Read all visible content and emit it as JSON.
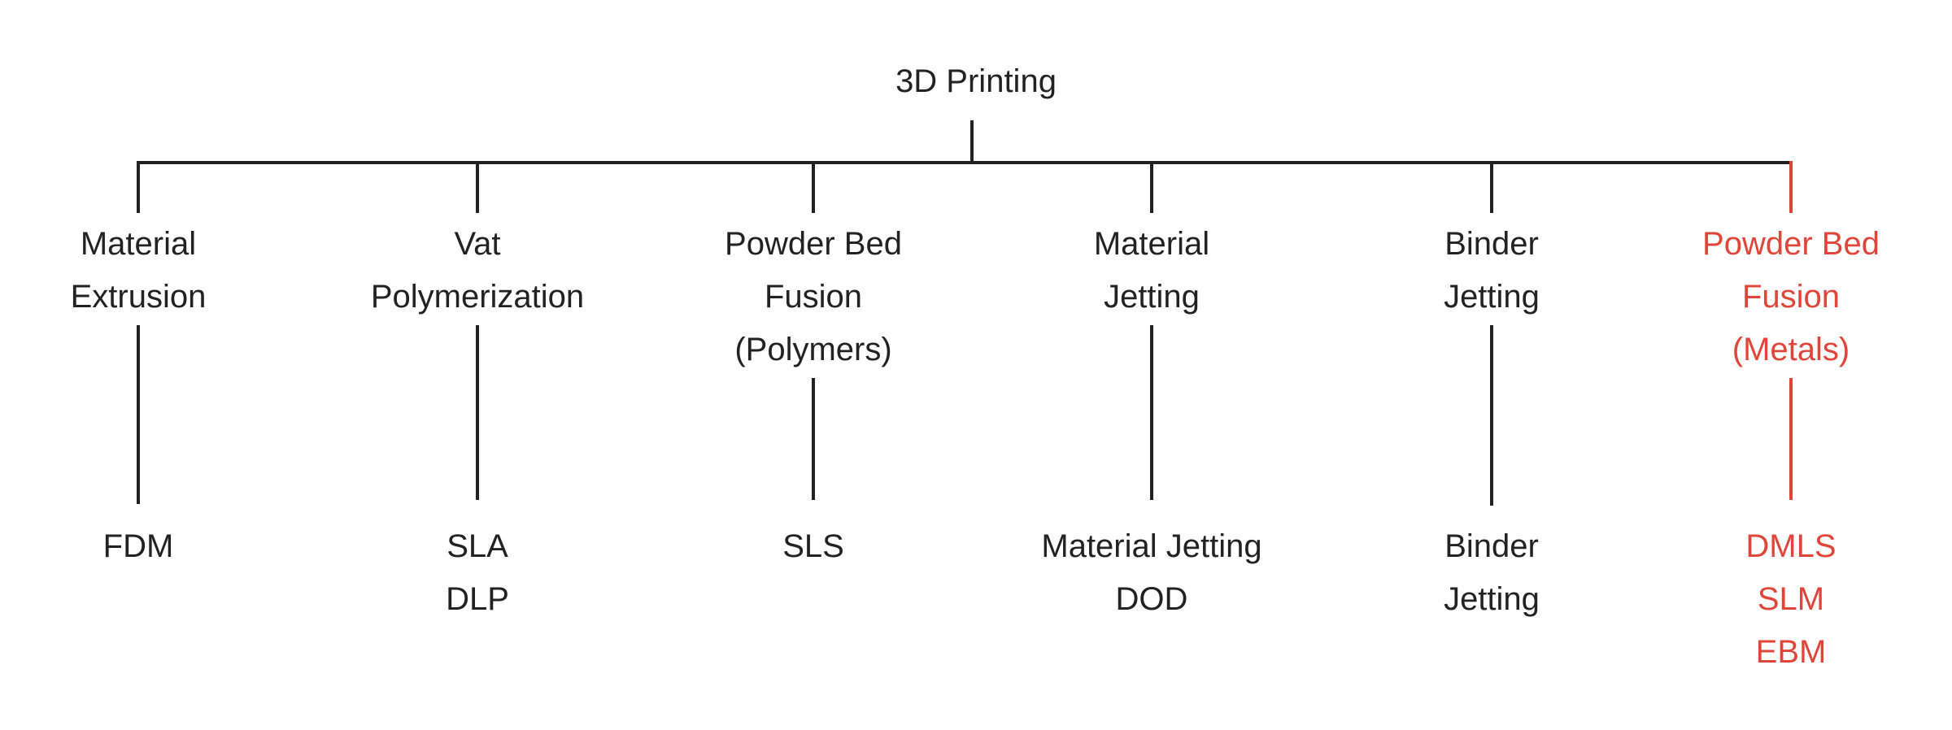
{
  "root": {
    "label": "3D Printing"
  },
  "accent_color": "#e0453a",
  "categories": [
    {
      "lines": [
        "Material",
        "Extrusion"
      ],
      "processes": [
        "FDM"
      ],
      "highlight": false
    },
    {
      "lines": [
        "Vat",
        "Polymerization"
      ],
      "processes": [
        "SLA",
        "DLP"
      ],
      "highlight": false
    },
    {
      "lines": [
        "Powder Bed",
        "Fusion",
        "(Polymers)"
      ],
      "processes": [
        "SLS"
      ],
      "highlight": false
    },
    {
      "lines": [
        "Material",
        "Jetting"
      ],
      "processes": [
        "Material Jetting",
        "DOD"
      ],
      "highlight": false
    },
    {
      "lines": [
        "Binder",
        "Jetting"
      ],
      "processes": [
        "Binder",
        "Jetting"
      ],
      "highlight": false
    },
    {
      "lines": [
        "Powder Bed",
        "Fusion",
        "(Metals)"
      ],
      "processes": [
        "DMLS",
        "SLM",
        "EBM"
      ],
      "highlight": true
    }
  ]
}
